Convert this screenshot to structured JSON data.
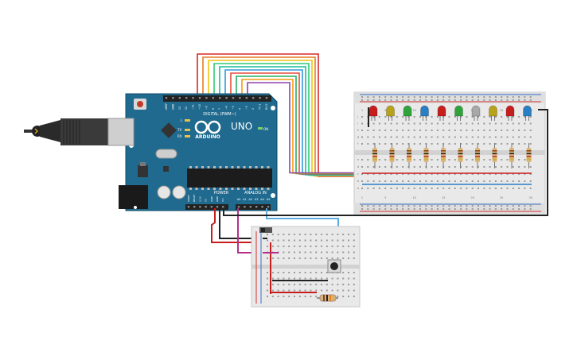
{
  "board": {
    "logo_text": "ARDUINO",
    "model": "UNO",
    "digital_label": "DIGITAL (PWM~)",
    "power_label": "POWER",
    "analog_label": "ANALOG IN",
    "on_label": "ON",
    "tx_label": "TX",
    "rx_label": "RX",
    "l_label": "L",
    "top_pins": [
      "AREF",
      "GND",
      "13",
      "12",
      "~11",
      "~10",
      "~9",
      "8",
      "7",
      "~6",
      "~5",
      "4",
      "~3",
      "2",
      "TX 1",
      "RX 0"
    ],
    "power_pins": [
      "IOREF",
      "RESET",
      "3.3V",
      "5V",
      "GND",
      "GND",
      "Vin"
    ],
    "analog_pins": [
      "A0",
      "A1",
      "A2",
      "A3",
      "A4",
      "A5"
    ]
  },
  "leds": [
    {
      "color": "#c81d1d"
    },
    {
      "color": "#b8a21a"
    },
    {
      "color": "#2fa33a"
    },
    {
      "color": "#2a7fc4"
    },
    {
      "color": "#c81d1d"
    },
    {
      "color": "#2fa33a"
    },
    {
      "color": "#a8a8a8"
    },
    {
      "color": "#b8a21a"
    },
    {
      "color": "#c81d1d"
    },
    {
      "color": "#2a7fc4"
    }
  ],
  "wire_colors": [
    "#d62828",
    "#e67e22",
    "#f1c40f",
    "#2ecc71",
    "#1abc9c",
    "#3498db",
    "#e74c3c",
    "#27ae60",
    "#f39c12",
    "#8e44ad"
  ],
  "big_breadboard": {
    "col_numbers": [
      "1",
      "5",
      "10",
      "15",
      "20",
      "25",
      "30"
    ],
    "row_letters_top": [
      "j",
      "i",
      "h",
      "g",
      "f"
    ],
    "row_letters_bottom": [
      "e",
      "d",
      "c",
      "b",
      "a"
    ]
  },
  "pushbutton_label": "",
  "resistor_label": ""
}
